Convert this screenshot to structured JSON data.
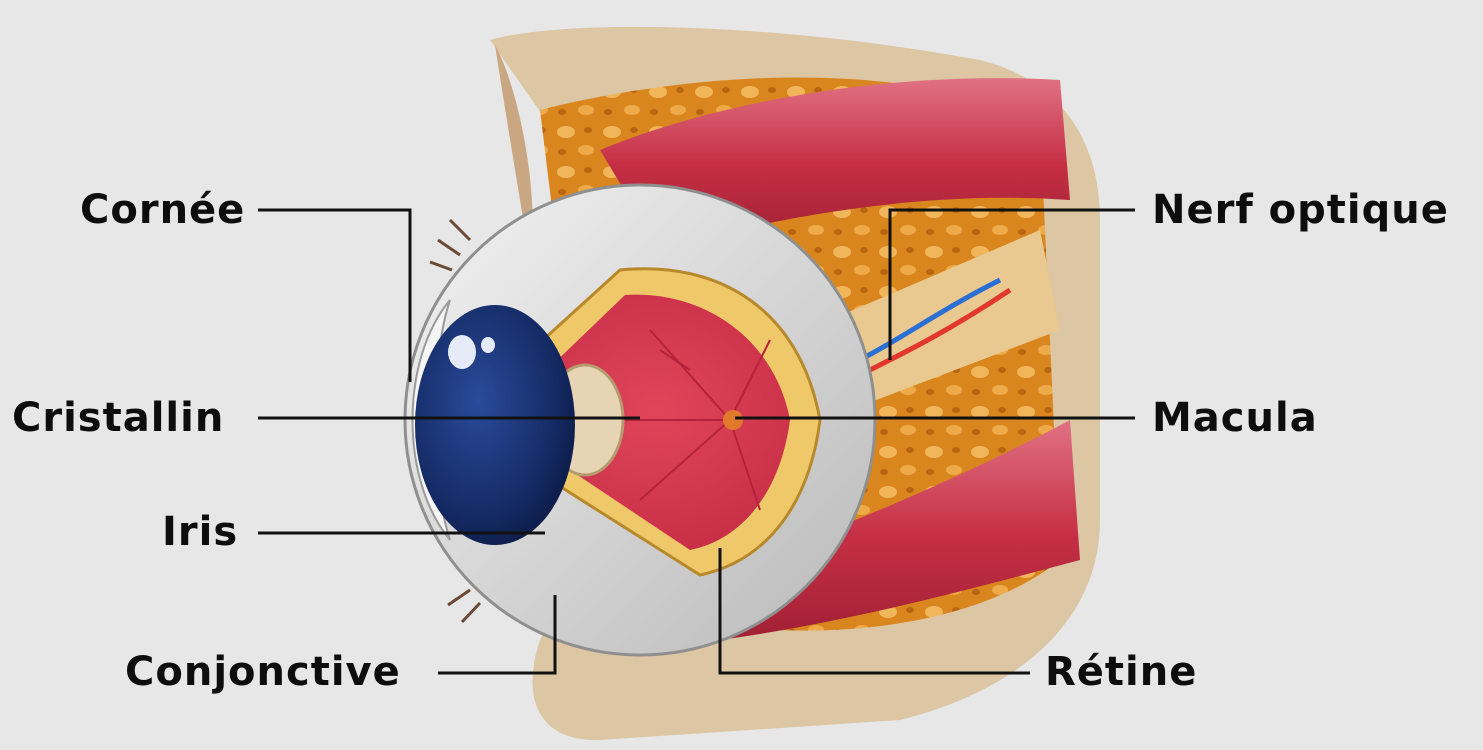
{
  "labels": {
    "cornee": "Cornée",
    "cristallin": "Cristallin",
    "iris": "Iris",
    "conjonctive": "Conjonctive",
    "nerf_optique": "Nerf optique",
    "macula": "Macula",
    "retine": "Rétine"
  },
  "colors": {
    "background": "#e7e7e7",
    "iris": "#142a63",
    "retina": "#d8384f",
    "muscle": "#c62f45",
    "fat": "#dc8a24",
    "sclera": "#d7d7d7",
    "skin": "#ddc7a6",
    "leader_line": "#111111"
  }
}
